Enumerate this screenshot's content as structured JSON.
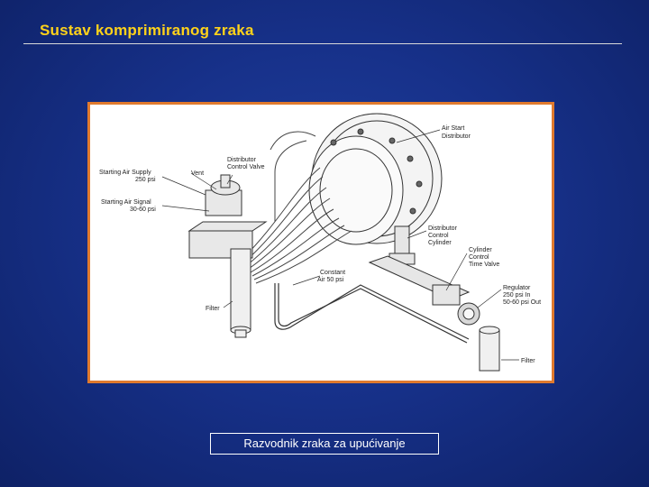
{
  "slide": {
    "title": "Sustav komprimiranog zraka",
    "caption": "Razvodnik zraka za upućivanje"
  },
  "diagram": {
    "labels": {
      "air_start_distributor": [
        "Air Start",
        "Distributor"
      ],
      "distributor_control_valve": [
        "Distributor",
        "Control Valve"
      ],
      "starting_air_supply": [
        "Starting Air Supply",
        "250 psi"
      ],
      "vent": "Vent",
      "starting_air_signal": [
        "Starting Air Signal",
        "30-60 psi"
      ],
      "distributor_control_cylinder": [
        "Distributor",
        "Control",
        "Cylinder"
      ],
      "cylinder_control_time_valve": [
        "Cylinder",
        "Control",
        "Time Valve"
      ],
      "constant_air": [
        "Constant",
        "Air 50 psi"
      ],
      "regulator": [
        "Regulator",
        "250 psi In",
        "50-60 psi Out"
      ],
      "filter_left": "Filter",
      "filter_right": "Filter"
    },
    "colors": {
      "frame_border": "#e07a2e",
      "title": "#ffd21a",
      "background": "#17318a"
    }
  }
}
